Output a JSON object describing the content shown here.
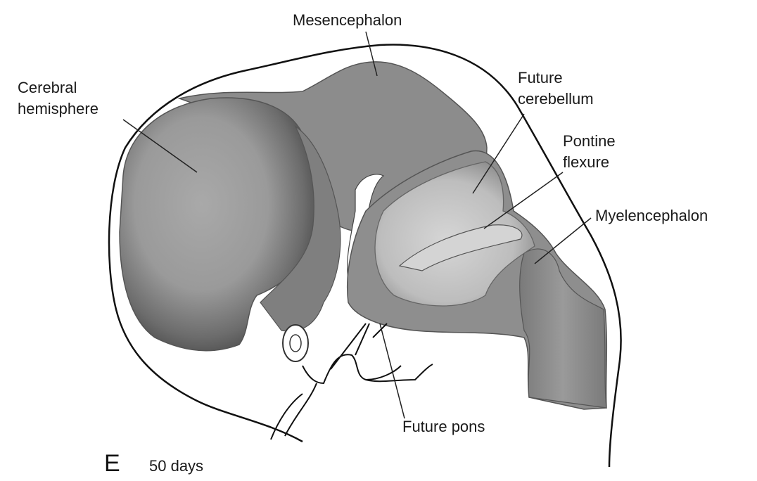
{
  "labels": {
    "mesencephalon": "Mesencephalon",
    "cerebral_line1": "Cerebral",
    "cerebral_line2": "hemisphere",
    "future_cerebellum_line1": "Future",
    "future_cerebellum_line2": "cerebellum",
    "pontine_line1": "Pontine",
    "pontine_line2": "flexure",
    "myelencephalon": "Myelencephalon",
    "future_pons": "Future pons"
  },
  "panel": {
    "letter": "E",
    "age": "50 days"
  },
  "colors": {
    "outline": "#111111",
    "tissue": "#8f8f8f",
    "tissue_dark": "#4a4a4a",
    "tissue_light": "#c4c4c4",
    "background": "#ffffff"
  }
}
